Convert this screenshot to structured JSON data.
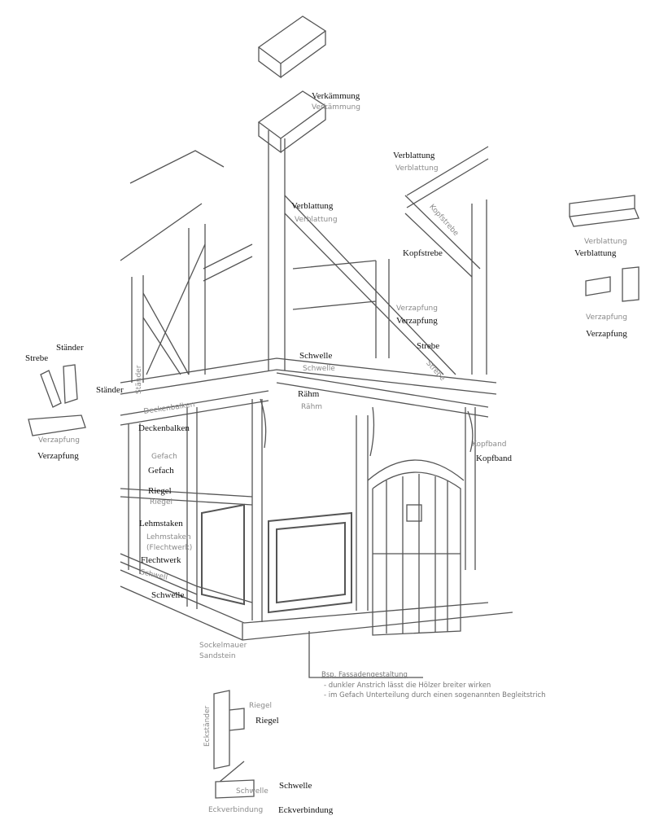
{
  "labels": {
    "verkaemmung_b": "Verkämmung",
    "verkaemmung_g": "Verkämmung",
    "verblattung_top_b": "Verblattung",
    "verblattung_top_g": "Verblattung",
    "verblattung_mid_b": "Verblattung",
    "verblattung_mid_g": "Verblattung",
    "kopfstrebe_b": "Kopfstrebe",
    "kopfstrebe_g": "Kopfstrebe",
    "verzapfung_mid_b": "Verzapfung",
    "verzapfung_mid_g": "Verzapfung",
    "strebe_mid_b": "Strebe",
    "strebe_mid_g": "Strebe",
    "schwelle_mid_b": "Schwelle",
    "schwelle_mid_g": "Schwelle",
    "raehm_b": "Rähm",
    "raehm_g": "Rähm",
    "kopfband_b": "Kopfband",
    "kopfband_g": "Kopfband",
    "verblattung_right_g": "Verblattung",
    "verblattung_right_b": "Verblattung",
    "verzapfung_right_g": "Verzapfung",
    "verzapfung_right_b": "Verzapfung",
    "strebe_left_b": "Strebe",
    "staender_left_b": "Ständer",
    "staender_mid_b": "Ständer",
    "staender_mid_g": "Ständer",
    "verzapfung_left_g": "Verzapfung",
    "verzapfung_left_b": "Verzapfung",
    "deckenbalken_g": "Deckenbalken",
    "deckenbalken_b": "Deckenbalken",
    "gefach_g": "Gefach",
    "gefach_b": "Gefach",
    "riegel_b": "Riegel",
    "riegel_g": "Riegel",
    "lehmstaken_b": "Lehmstaken",
    "lehmstaken_g": "Lehmstaken",
    "flechtwerk_g": "(Flechtwerk)",
    "flechtwerk_b": "Flechtwerk",
    "schwelle_left_g": "Schwell",
    "schwelle_left_b": "Schwelle",
    "sockelmauer_g": "Sockelmauer",
    "sandstein_g": "Sandstein",
    "eckstaender_g": "Eckständer",
    "riegel_bottom_g": "Riegel",
    "riegel_bottom_b": "Riegel",
    "schwelle_bottom_g": "Schwelle",
    "schwelle_bottom_b": "Schwelle",
    "eckverbindung_g": "Eckverbindung",
    "eckverbindung_b": "Eckverbindung"
  },
  "note": {
    "title": "Bsp. Fassadengestaltung",
    "lines": [
      "- dunkler Anstrich lässt die Hölzer breiter wirken",
      "- im Gefach Unterteilung durch einen sogenannten Begleitstrich"
    ]
  }
}
